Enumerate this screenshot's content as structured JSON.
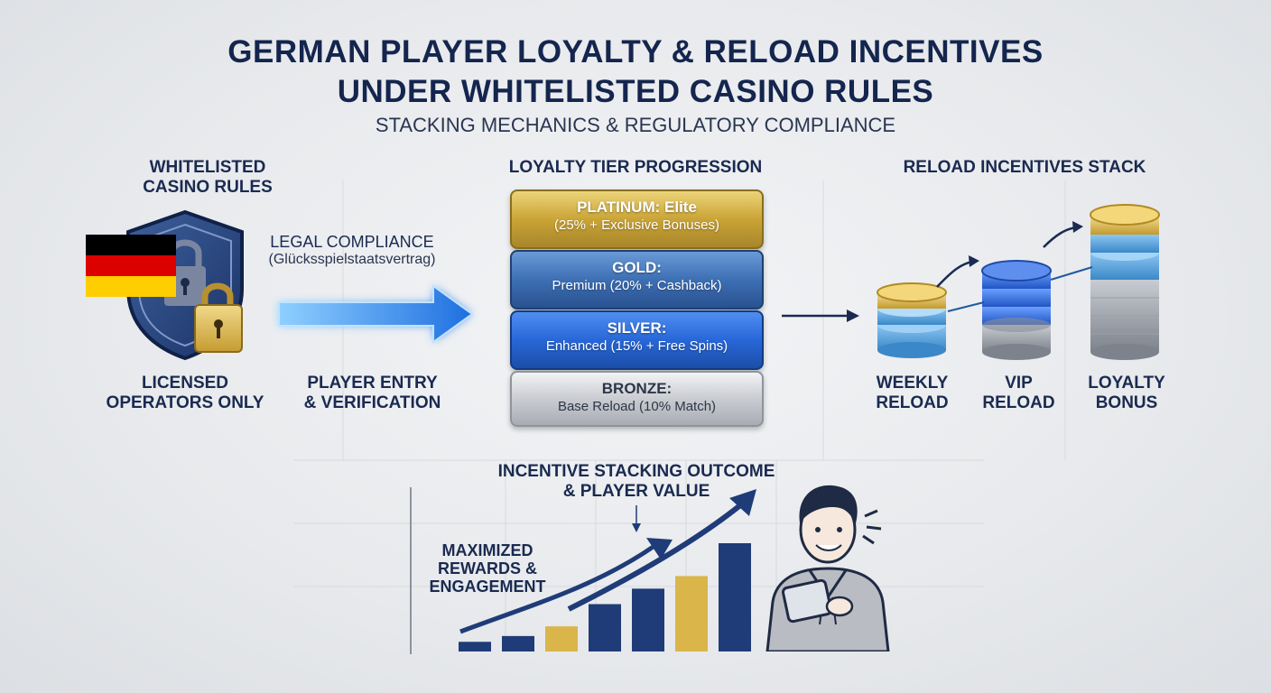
{
  "header": {
    "title_line1": "GERMAN PLAYER LOYALTY & RELOAD INCENTIVES",
    "title_line2": "UNDER WHITELISTED CASINO RULES",
    "subtitle": "STACKING MECHANICS & REGULATORY COMPLIANCE"
  },
  "left": {
    "heading_line1": "WHITELISTED",
    "heading_line2": "CASINO RULES",
    "footer_line1": "LICENSED",
    "footer_line2": "OPERATORS ONLY",
    "flag_colors": [
      "#000000",
      "#dd0000",
      "#ffce00"
    ]
  },
  "entry": {
    "compliance_title": "LEGAL COMPLIANCE",
    "compliance_sub": "(Glücksspielstaatsvertrag)",
    "footer_line1": "PLAYER ENTRY",
    "footer_line2": "& VERIFICATION"
  },
  "tiers": {
    "heading": "LOYALTY TIER PROGRESSION",
    "items": [
      {
        "name": "PLATINUM: Elite",
        "desc": "(25% + Exclusive Bonuses)"
      },
      {
        "name": "GOLD:",
        "desc": "Premium (20% + Cashback)"
      },
      {
        "name": "SILVER:",
        "desc": "Enhanced (15% + Free Spins)"
      },
      {
        "name": "BRONZE:",
        "desc": "Base Reload (10% Match)"
      }
    ]
  },
  "reload": {
    "heading": "RELOAD INCENTIVES STACK",
    "stacks": [
      {
        "line1": "WEEKLY",
        "line2": "RELOAD"
      },
      {
        "line1": "VIP",
        "line2": "RELOAD"
      },
      {
        "line1": "LOYALTY",
        "line2": "BONUS"
      }
    ]
  },
  "outcome": {
    "heading_line1": "INCENTIVE STACKING OUTCOME",
    "heading_line2": "& PLAYER VALUE",
    "side_line1": "MAXIMIZED",
    "side_line2": "REWARDS &",
    "side_line3": "ENGAGEMENT"
  },
  "chart_data": {
    "type": "bar",
    "values": [
      1.0,
      1.6,
      2.6,
      4.9,
      6.5,
      7.8,
      11.2
    ],
    "colors": [
      "#1f3c78",
      "#1f3c78",
      "#d9b54a",
      "#1f3c78",
      "#1f3c78",
      "#d9b54a",
      "#1f3c78"
    ],
    "title": "",
    "xlabel": "",
    "ylabel": ""
  },
  "colors": {
    "navy": "#14254e",
    "accent_blue": "#2f7de8",
    "gold": "#d9b54a"
  }
}
